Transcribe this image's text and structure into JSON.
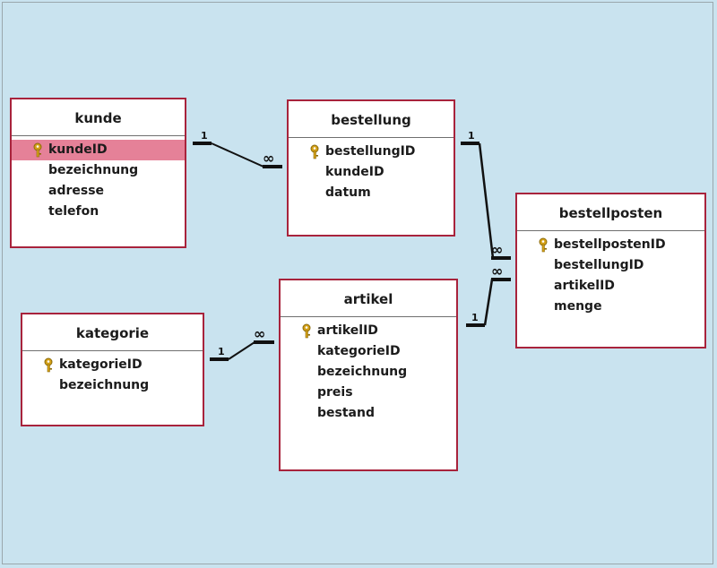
{
  "tables": {
    "kunde": {
      "title": "kunde",
      "fields": [
        "kundeID",
        "bezeichnung",
        "adresse",
        "telefon"
      ],
      "primary_key": "kundeID",
      "selected_field": "kundeID"
    },
    "bestellung": {
      "title": "bestellung",
      "fields": [
        "bestellungID",
        "kundeID",
        "datum"
      ],
      "primary_key": "bestellungID"
    },
    "bestellposten": {
      "title": "bestellposten",
      "fields": [
        "bestellpostenID",
        "bestellungID",
        "artikelID",
        "menge"
      ],
      "primary_key": "bestellpostenID"
    },
    "kategorie": {
      "title": "kategorie",
      "fields": [
        "kategorieID",
        "bezeichnung"
      ],
      "primary_key": "kategorieID"
    },
    "artikel": {
      "title": "artikel",
      "fields": [
        "artikelID",
        "kategorieID",
        "bezeichnung",
        "preis",
        "bestand"
      ],
      "primary_key": "artikelID"
    }
  },
  "relationships": [
    {
      "from": "kunde.kundeID",
      "to": "bestellung.kundeID",
      "one_label": "1",
      "many_label": "∞"
    },
    {
      "from": "bestellung.bestellungID",
      "to": "bestellposten.bestellungID",
      "one_label": "1",
      "many_label": "∞"
    },
    {
      "from": "artikel.artikelID",
      "to": "bestellposten.artikelID",
      "one_label": "1",
      "many_label": "∞"
    },
    {
      "from": "kategorie.kategorieID",
      "to": "artikel.kategorieID",
      "one_label": "1",
      "many_label": "∞"
    }
  ],
  "colors": {
    "background": "#c9e3ef",
    "table_border": "#a8233c",
    "selected_row": "#e58198",
    "key_icon": "#d4a017"
  },
  "icons": {
    "primary_key": "key-icon"
  }
}
